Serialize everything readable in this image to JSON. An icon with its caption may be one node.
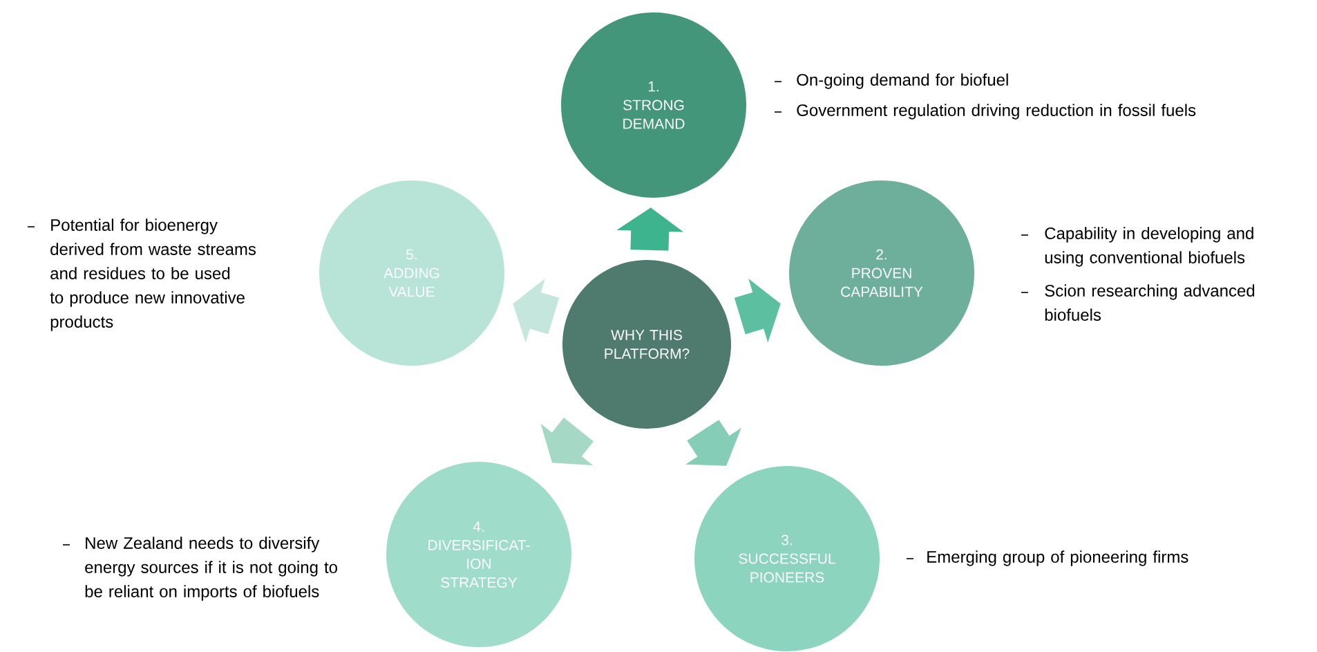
{
  "diagram": {
    "nodes": [
      {
        "text": [
          "WHY THIS PLATFORM?"
        ]
      },
      {
        "text": [
          "1.",
          "STRONG DEMAND"
        ],
        "beside": [
          "On-going demand for biofuel",
          "Government regulation driving reduction in fossil fuels"
        ]
      },
      {
        "text": [
          "2.",
          "PROVEN CAPABILITY"
        ],
        "beside": [
          "Capability in developing and using conventional biofuels",
          "Scion researching advanced biofuels"
        ]
      },
      {
        "text": [
          "3.",
          "SUCCESSFUL PIONEERS"
        ],
        "beside": [
          "Emerging group of pioneering firms"
        ]
      },
      {
        "text": [
          "4.",
          "DIVERSIFICAT- ION STRATEGY"
        ],
        "beside": [
          "New Zealand needs to diversify energy sources if it is not going to be reliant on imports of biofuels"
        ]
      },
      {
        "text": [
          "5.",
          "ADDING VALUE"
        ],
        "beside": [
          "Potential for bioenergy derived from waste streams and residues to be used to produce new innovative products"
        ]
      }
    ],
    "edges": [
      {
        "from": 0,
        "to": 1,
        "arrow": "to",
        "color": "#3db38e"
      },
      {
        "from": 0,
        "to": 2,
        "arrow": "to",
        "color": "#5cc0a0"
      },
      {
        "from": 0,
        "to": 3,
        "arrow": "to",
        "color": "#85cdb6"
      },
      {
        "from": 0,
        "to": 4,
        "arrow": "to",
        "color": "#a6d8c6"
      },
      {
        "from": 0,
        "to": 5,
        "arrow": "to",
        "color": "#c5e6dc"
      }
    ]
  }
}
